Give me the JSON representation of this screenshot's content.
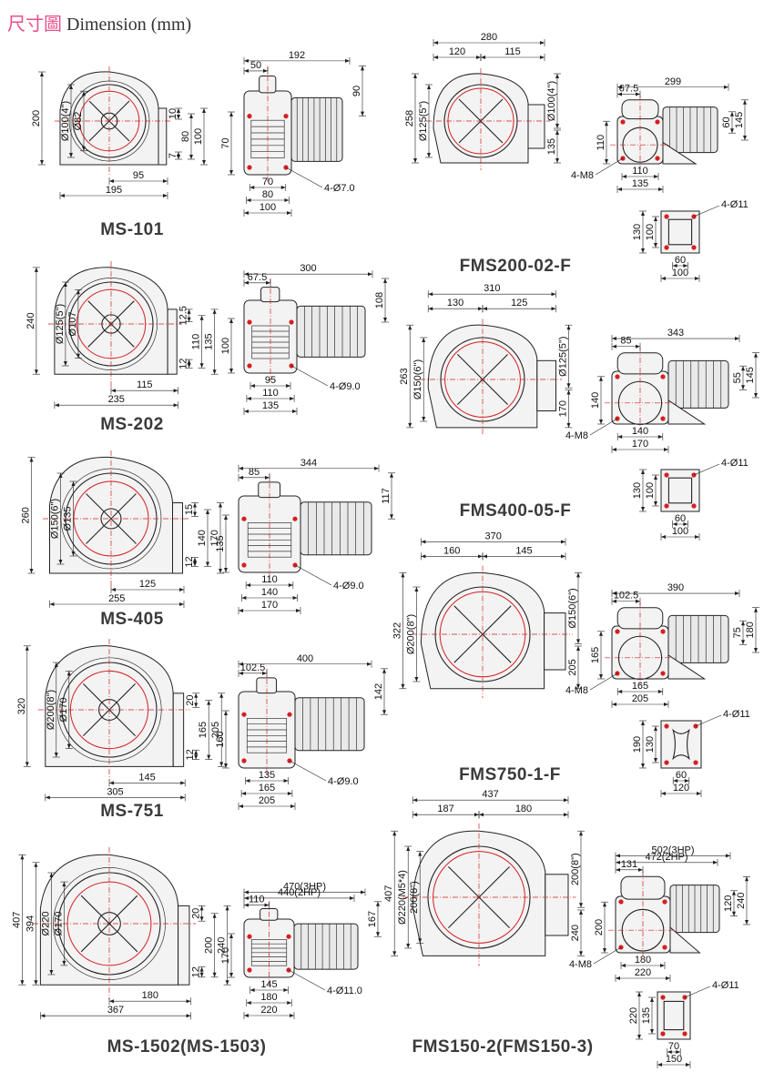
{
  "header": {
    "title_zh": "尺寸圖",
    "title_en": "Dimension (mm)"
  },
  "models": [
    {
      "id": "ms101",
      "label": "MS-101",
      "front": {
        "height": "200",
        "dia_outer": "Ø100(4\")",
        "dia_inner": "Ø82",
        "width": "195",
        "offset": "95",
        "d1": "10",
        "d2": "7",
        "d3": "80",
        "d4": "100"
      },
      "side": {
        "total": "192",
        "outlet": "50",
        "top": "90",
        "left": "70",
        "f1": "70",
        "f2": "80",
        "f3": "100",
        "holes": "4-Ø7.0"
      }
    },
    {
      "id": "ms202",
      "label": "MS-202",
      "front": {
        "height": "240",
        "dia_outer": "Ø125(5\")",
        "dia_inner": "Ø107",
        "width": "235",
        "offset": "115",
        "d1": "12.5",
        "d2": "12",
        "d3": "110",
        "d4": "135"
      },
      "side": {
        "total": "300",
        "outlet": "67.5",
        "top": "108",
        "left": "100",
        "f1": "95",
        "f2": "110",
        "f3": "135",
        "holes": "4-Ø9.0"
      }
    },
    {
      "id": "ms405",
      "label": "MS-405",
      "front": {
        "height": "260",
        "dia_outer": "Ø150(6\")",
        "dia_inner": "Ø135",
        "width": "255",
        "offset": "125",
        "d1": "15",
        "d2": "12",
        "d3": "140",
        "d4": "170"
      },
      "side": {
        "total": "344",
        "outlet": "85",
        "top": "117",
        "left": "135",
        "f1": "110",
        "f2": "140",
        "f3": "170",
        "holes": "4-Ø9.0"
      }
    },
    {
      "id": "ms751",
      "label": "MS-751",
      "front": {
        "height": "320",
        "dia_outer": "Ø200(8\")",
        "dia_inner": "Ø170",
        "width": "305",
        "offset": "145",
        "d1": "20",
        "d2": "12",
        "d3": "165",
        "d4": "205"
      },
      "side": {
        "total": "400",
        "outlet": "102.5",
        "top": "142",
        "left": "160",
        "f1": "135",
        "f2": "165",
        "f3": "205",
        "holes": "4-Ø9.0"
      }
    },
    {
      "id": "ms1502",
      "label": "MS-1502(MS-1503)",
      "front": {
        "h1": "407",
        "h2": "394",
        "dia_outer": "Ø220",
        "dia_inner": "Ø170",
        "width": "367",
        "offset": "180",
        "d1": "20",
        "d2": "12",
        "d3": "200",
        "d4": "240"
      },
      "side": {
        "total3": "470(3HP)",
        "total2": "440(2HP)",
        "outlet": "110",
        "top": "167",
        "left": "170",
        "f1": "145",
        "f2": "180",
        "f3": "220",
        "holes": "4-Ø11.0"
      }
    },
    {
      "id": "fms200",
      "label": "FMS200-02-F",
      "front": {
        "total": "280",
        "left": "120",
        "right": "115",
        "height": "258",
        "dia_outer": "Ø125(5\")",
        "dia_right": "Ø100(4\")",
        "outlet": "135"
      },
      "side": {
        "total": "299",
        "outlet": "67.5",
        "f1": "110",
        "f2": "135",
        "h1": "110",
        "h2": "60",
        "h3": "145",
        "m8": "4-M8"
      },
      "flange": {
        "h1": "130",
        "h2": "100",
        "w1": "60",
        "w2": "100",
        "holes": "4-Ø11"
      }
    },
    {
      "id": "fms400",
      "label": "FMS400-05-F",
      "front": {
        "total": "310",
        "left": "130",
        "right": "125",
        "height": "263",
        "dia_outer": "Ø150(6\")",
        "dia_right": "Ø125(5\")",
        "outlet": "170"
      },
      "side": {
        "total": "343",
        "outlet": "85",
        "f1": "140",
        "f2": "170",
        "h1": "140",
        "h2": "55",
        "h3": "145",
        "m8": "4-M8"
      },
      "flange": {
        "h1": "130",
        "h2": "100",
        "w1": "60",
        "w2": "100",
        "holes": "4-Ø11"
      }
    },
    {
      "id": "fms750",
      "label": "FMS750-1-F",
      "front": {
        "total": "370",
        "left": "160",
        "right": "145",
        "height": "322",
        "dia_outer": "Ø200(8\")",
        "dia_right": "Ø150(6\")",
        "outlet": "205"
      },
      "side": {
        "total": "390",
        "outlet": "102.5",
        "f1": "165",
        "f2": "205",
        "h1": "165",
        "h2": "75",
        "h3": "180",
        "m8": "4-M8"
      },
      "flange": {
        "h1": "190",
        "h2": "130",
        "w1": "60",
        "w2": "120",
        "holes": "4-Ø11"
      }
    },
    {
      "id": "fms150",
      "label": "FMS150-2(FMS150-3)",
      "front": {
        "total": "437",
        "left": "187",
        "right": "180",
        "height": "407",
        "dia_outer": "Ø220(M5*4)",
        "dia_mid": "200(8\")",
        "dia_right": "200(8\")",
        "outlet": "240"
      },
      "side": {
        "total3": "502(3HP)",
        "total2": "472(2HP)",
        "outlet": "131",
        "f1": "180",
        "f2": "220",
        "h1": "200",
        "h2": "120",
        "h3": "240",
        "m8": "4-M8"
      },
      "flange": {
        "h1": "220",
        "h2": "135",
        "w1": "70",
        "w2": "150",
        "holes": "4-Ø11"
      }
    }
  ]
}
